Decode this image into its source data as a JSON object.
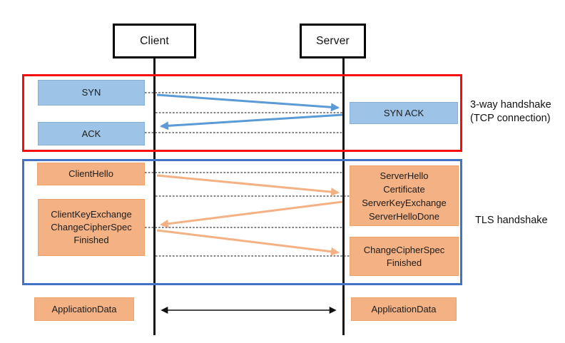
{
  "diagram": {
    "type": "sequence-diagram",
    "actors": {
      "client": "Client",
      "server": "Server"
    },
    "sections": {
      "tcp": {
        "label_line1": "3-way handshake",
        "label_line2": "(TCP connection)",
        "border_color": "#f50d0d"
      },
      "tls": {
        "label": "TLS handshake",
        "border_color": "#4472c4"
      }
    },
    "messages": {
      "syn": "SYN",
      "synack": "SYN ACK",
      "ack": "ACK",
      "client_hello": "ClientHello",
      "client_flight2": [
        "ClientKeyExchange",
        "ChangeCipherSpec",
        "Finished"
      ],
      "server_flight1": [
        "ServerHello",
        "Certificate",
        "ServerKeyExchange",
        "ServerHelloDone"
      ],
      "server_flight2": [
        "ChangeCipherSpec",
        "Finished"
      ],
      "appdata_client": "ApplicationData",
      "appdata_server": "ApplicationData"
    },
    "colors": {
      "tcp_message_fill": "#9dc3e6",
      "tls_message_fill": "#f4b183",
      "tcp_arrow": "#5b9bd5",
      "tls_arrow": "#f4b183",
      "tcp_frame": "#f50d0d",
      "tls_frame": "#4472c4",
      "lifeline": "#161616"
    }
  }
}
